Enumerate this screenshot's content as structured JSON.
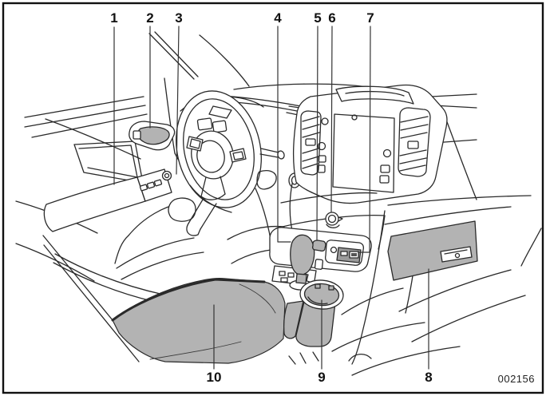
{
  "figure": {
    "image_code": "002156",
    "callouts": {
      "n1": "1",
      "n2": "2",
      "n3": "3",
      "n4": "4",
      "n5": "5",
      "n6": "6",
      "n7": "7",
      "n8": "8",
      "n9": "9",
      "n10": "10"
    },
    "colors": {
      "line": "#2a2a2a",
      "shade": "#b3b3b3",
      "background": "#ffffff",
      "frame": "#111111"
    }
  }
}
